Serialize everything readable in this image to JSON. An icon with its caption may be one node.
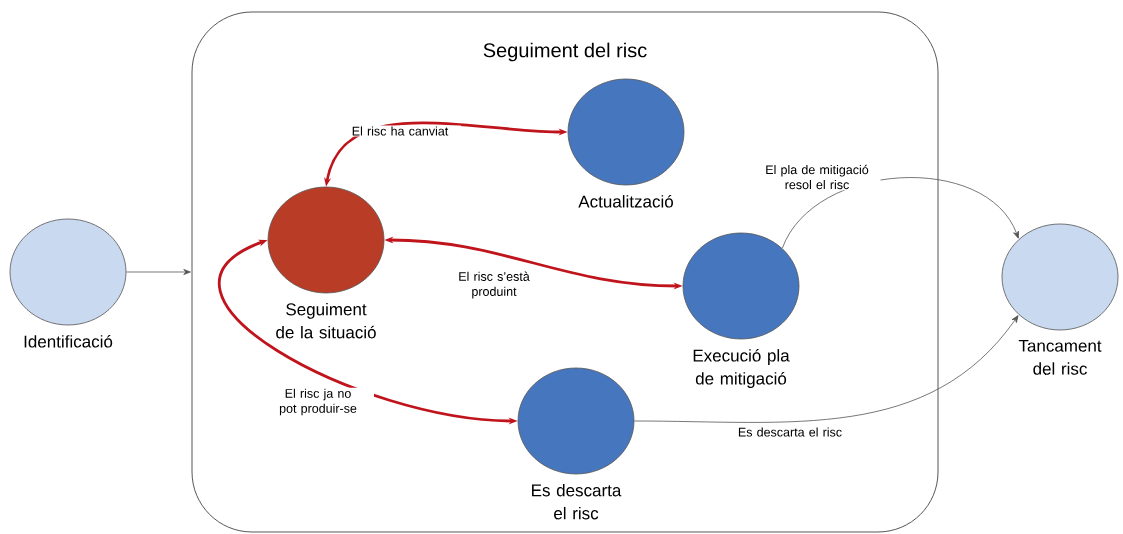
{
  "diagram": {
    "nodes": [
      {
        "text": [
          "Identificació"
        ]
      },
      {
        "text": [
          "Seguiment del risc"
        ]
      },
      {
        "text": [
          "Seguiment de la situació"
        ],
        "in": 1
      },
      {
        "text": [
          "Actualització"
        ],
        "in": 1
      },
      {
        "text": [
          "Execució pla de mitigació"
        ],
        "in": 1
      },
      {
        "text": [
          "Es descarta el risc"
        ],
        "in": 1
      },
      {
        "text": [
          "Tancament del risc"
        ]
      }
    ],
    "edges": [
      {
        "from": 0,
        "to": 1,
        "arrow": "to"
      },
      {
        "from": 2,
        "to": 3,
        "arrow": "both",
        "label": "El risc ha canviat",
        "style": "thick",
        "color": "#c0141c"
      },
      {
        "from": 2,
        "to": 4,
        "arrow": "both",
        "label": "El risc s’està produint",
        "style": "thick",
        "color": "#c0141c"
      },
      {
        "from": 2,
        "to": 5,
        "arrow": "both",
        "label": "El risc ja no pot produir-se",
        "style": "thick",
        "color": "#c0141c"
      },
      {
        "from": 4,
        "to": 6,
        "arrow": "to",
        "label": "El pla de mitigació resol el risc"
      },
      {
        "from": 5,
        "to": 6,
        "arrow": "to",
        "label": "Es descarta el risc"
      }
    ]
  }
}
